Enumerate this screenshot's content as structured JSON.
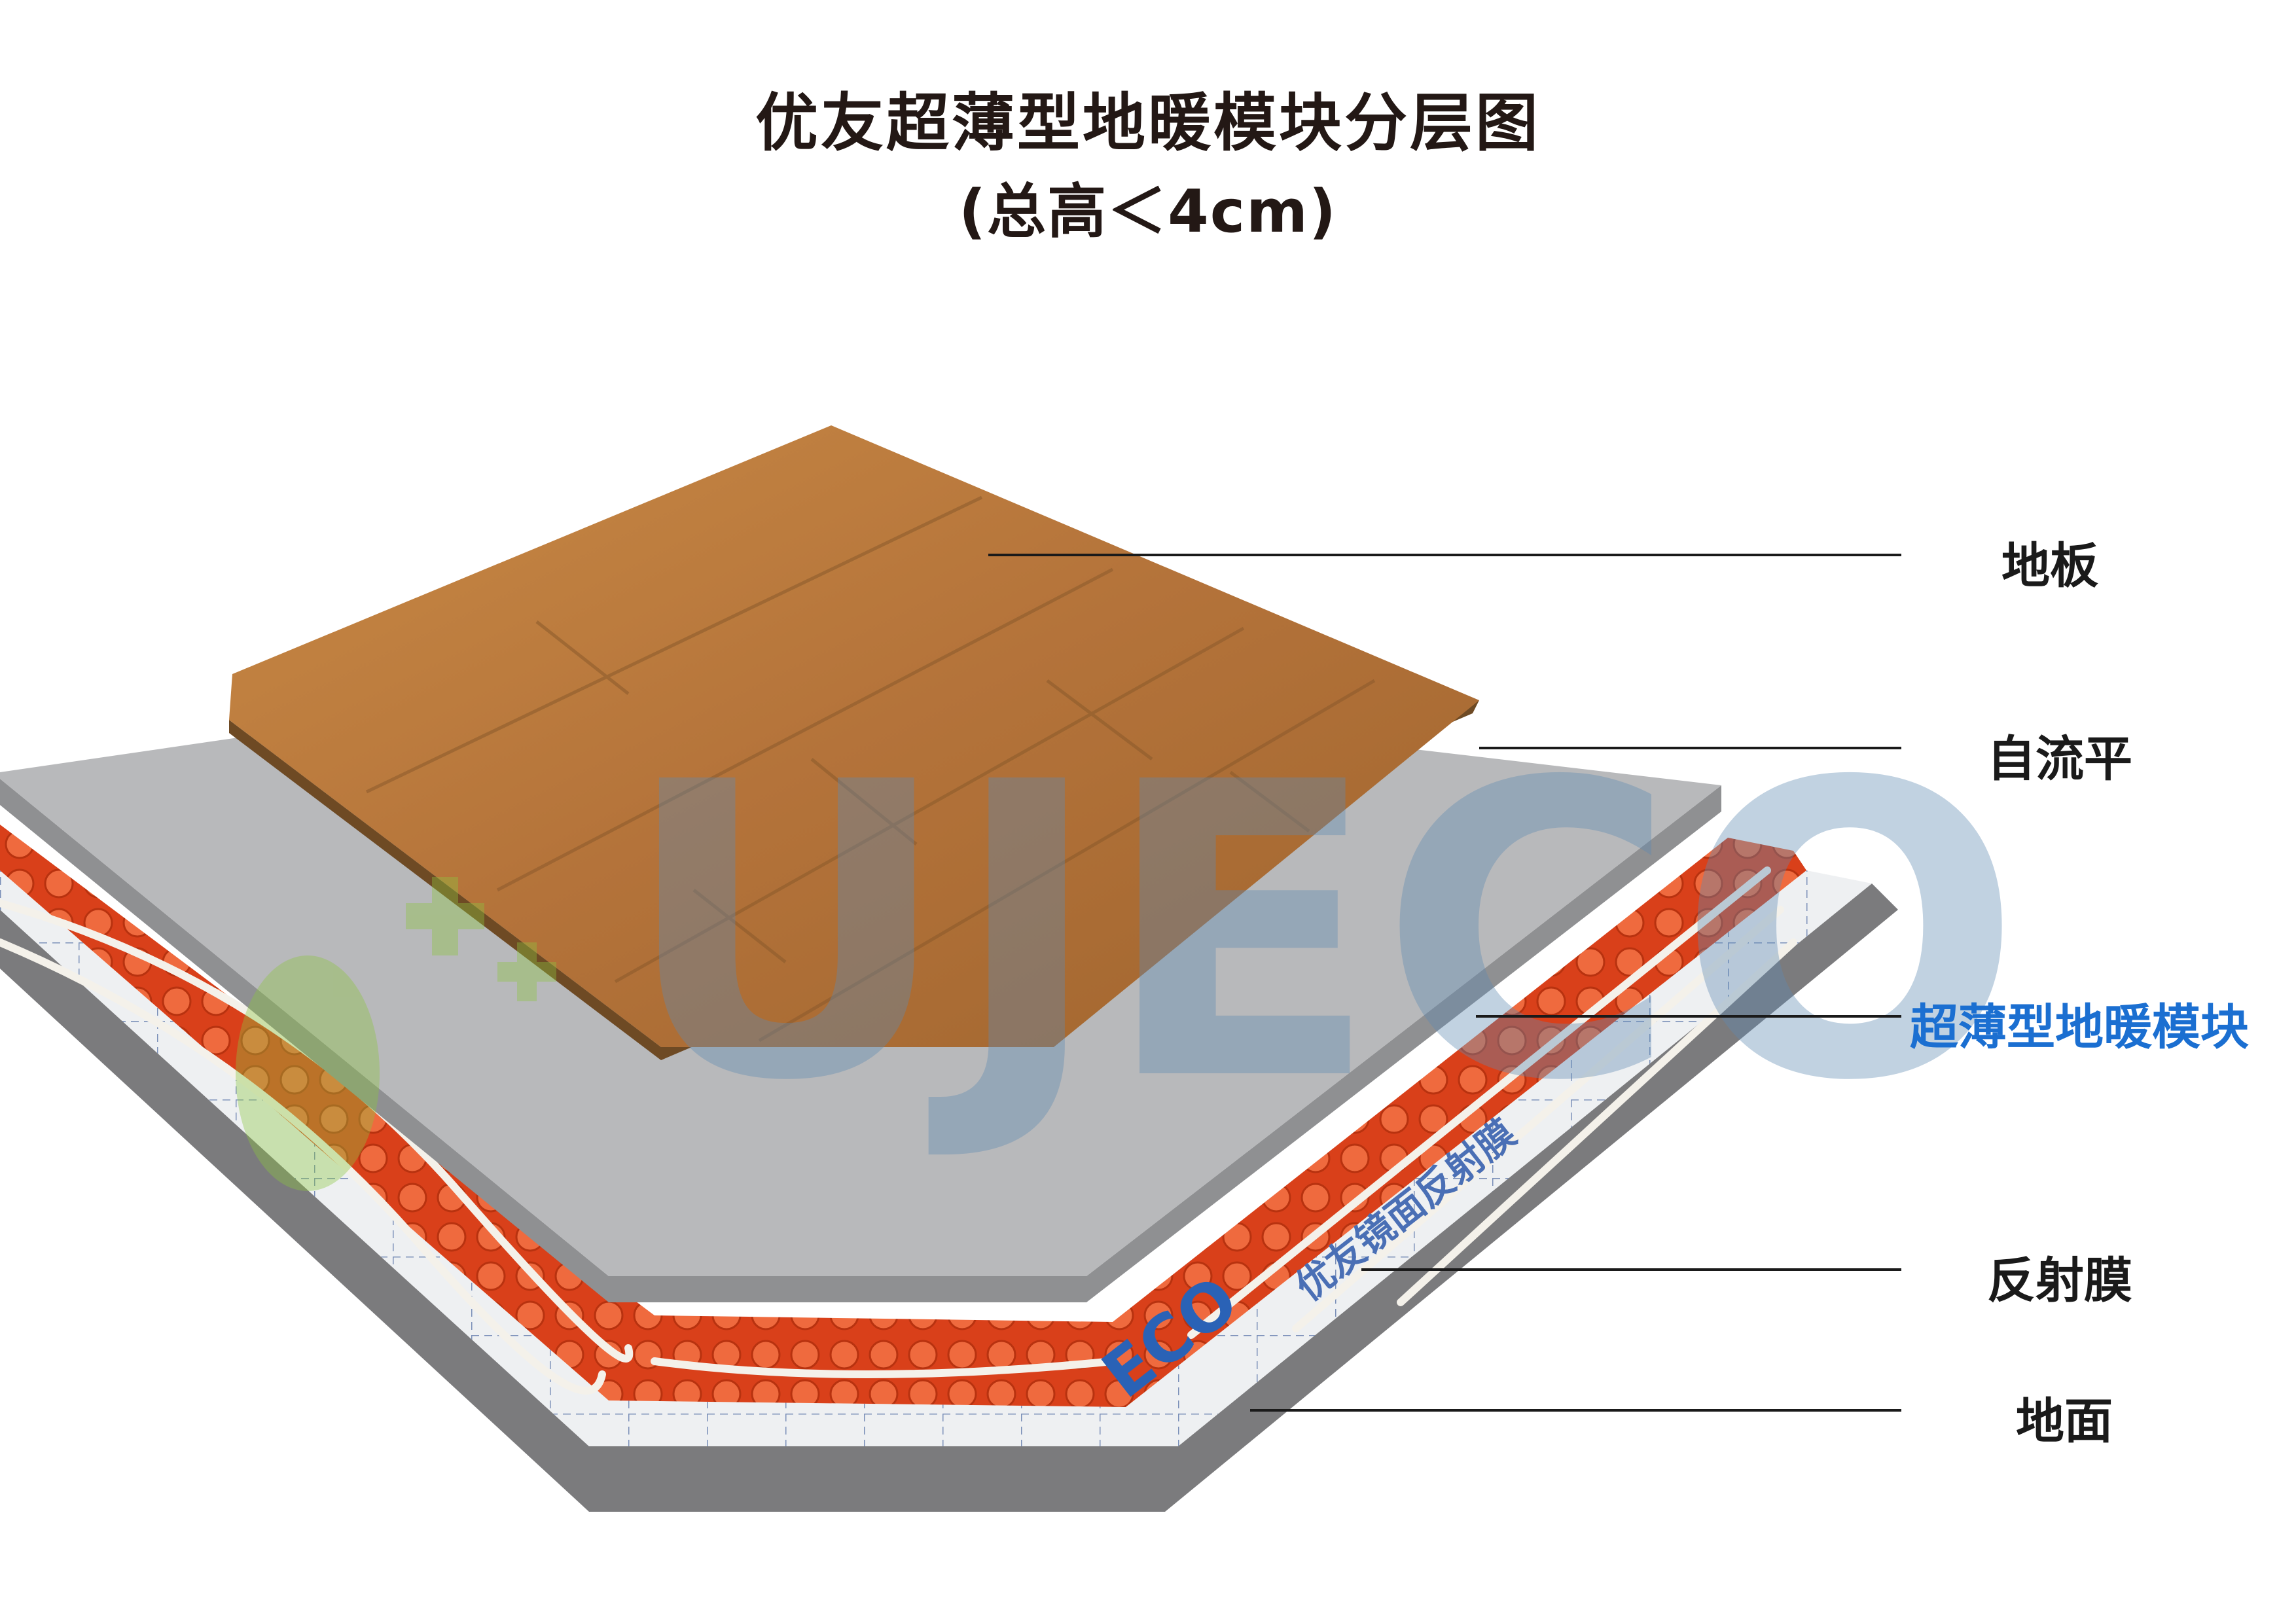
{
  "title": "优友超薄型地暖模块分层图",
  "subtitle": "(总高＜4cm)",
  "watermark": {
    "text": "UJECO",
    "colors": {
      "leaf": "#8cc63f",
      "letters": "#7fa6c9"
    }
  },
  "layers": [
    {
      "id": "floor",
      "label": "地板",
      "highlight": false
    },
    {
      "id": "self-level",
      "label": "自流平",
      "highlight": false
    },
    {
      "id": "module",
      "label": "超薄型地暖模块",
      "highlight": true
    },
    {
      "id": "film",
      "label": "反射膜",
      "highlight": false
    },
    {
      "id": "ground",
      "label": "地面",
      "highlight": false
    }
  ],
  "film_print": "优友镜面反射膜",
  "film_brand": "ECO",
  "colors": {
    "ground": "#7b7b7d",
    "self_level": "#b8b9bb",
    "module_red": "#e0491f",
    "wood": "#b9773a",
    "pipe": "#f4f1ea",
    "highlight_text": "#1b6fd1",
    "title_text": "#231815"
  }
}
